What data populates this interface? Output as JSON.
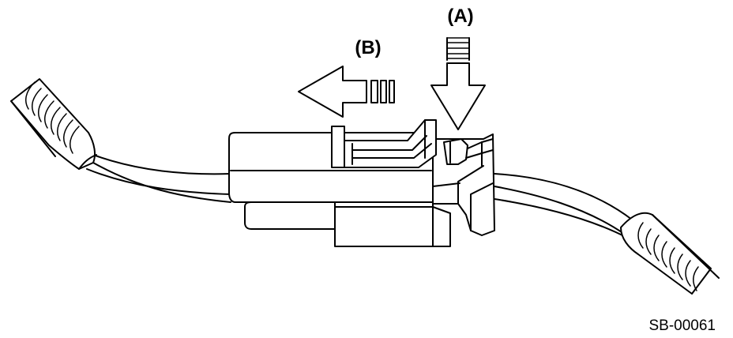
{
  "labels": {
    "a": "(A)",
    "b": "(B)"
  },
  "figure_code": "SB-00061",
  "colors": {
    "line": "#000000",
    "background": "#ffffff"
  }
}
